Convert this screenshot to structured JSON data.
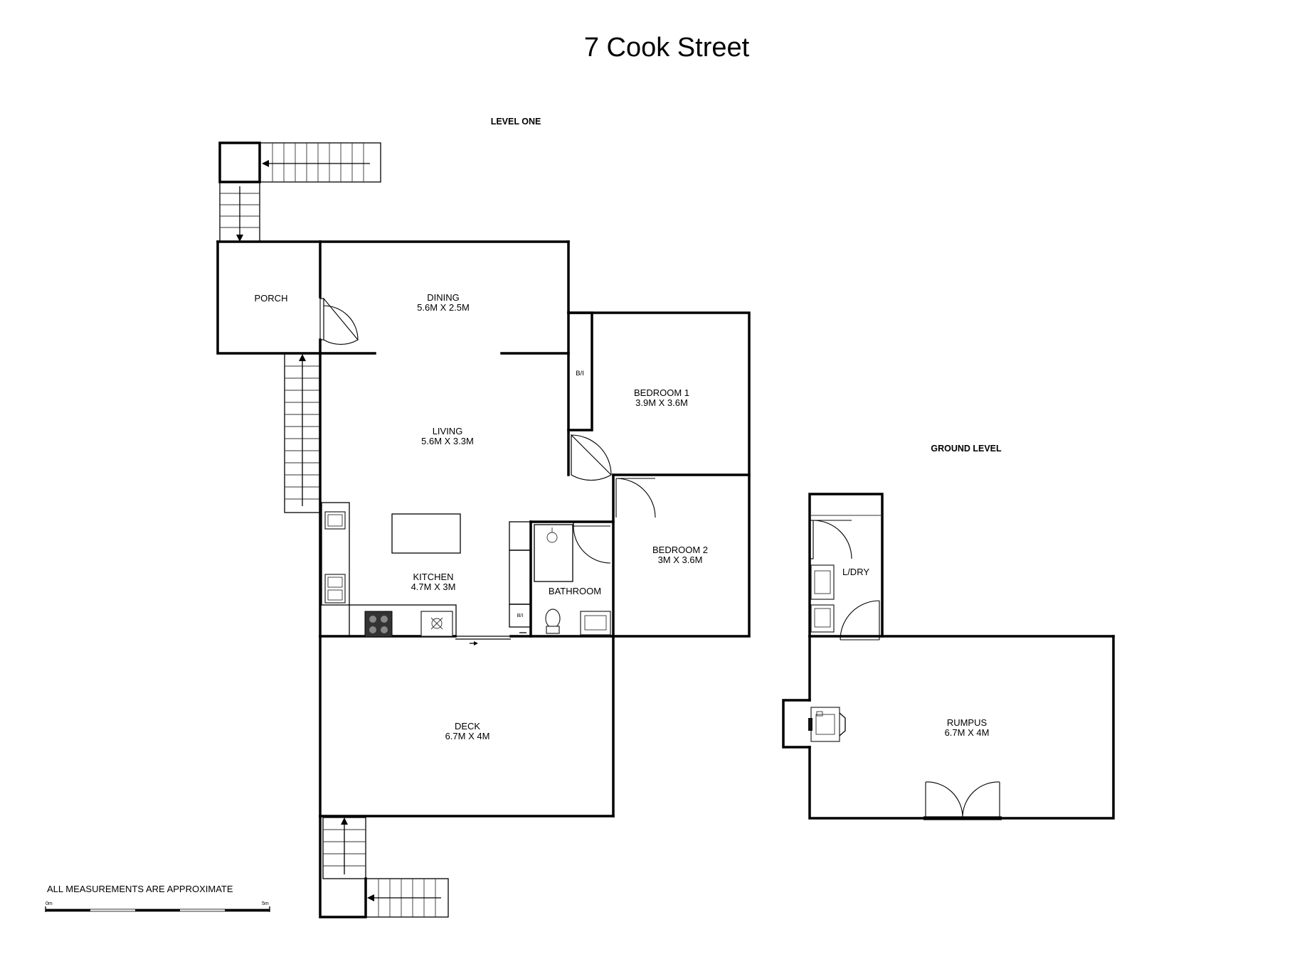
{
  "title": "7 Cook Street",
  "levels": {
    "level_one": "LEVEL ONE",
    "ground_level": "GROUND LEVEL"
  },
  "rooms": {
    "porch": {
      "name": "PORCH"
    },
    "dining": {
      "name": "DINING",
      "size": "5.6M X 2.5M"
    },
    "living": {
      "name": "LIVING",
      "size": "5.6M X 3.3M"
    },
    "kitchen": {
      "name": "KITCHEN",
      "size": "4.7M X 3M"
    },
    "bathroom": {
      "name": "BATHROOM"
    },
    "bedroom1": {
      "name": "BEDROOM 1",
      "size": "3.9M X 3.6M"
    },
    "bedroom2": {
      "name": "BEDROOM 2",
      "size": "3M X 3.6M"
    },
    "deck": {
      "name": "DECK",
      "size": "6.7M X 4M"
    },
    "laundry": {
      "name": "L/DRY"
    },
    "rumpus": {
      "name": "RUMPUS",
      "size": "6.7M X 4M"
    }
  },
  "built_in_labels": {
    "bedroom1_robe": "B/I",
    "bathroom_cupboard": "B/I"
  },
  "footer": {
    "note": "ALL MEASUREMENTS ARE APPROXIMATE",
    "scale_start": "0m",
    "scale_end": "5m"
  }
}
